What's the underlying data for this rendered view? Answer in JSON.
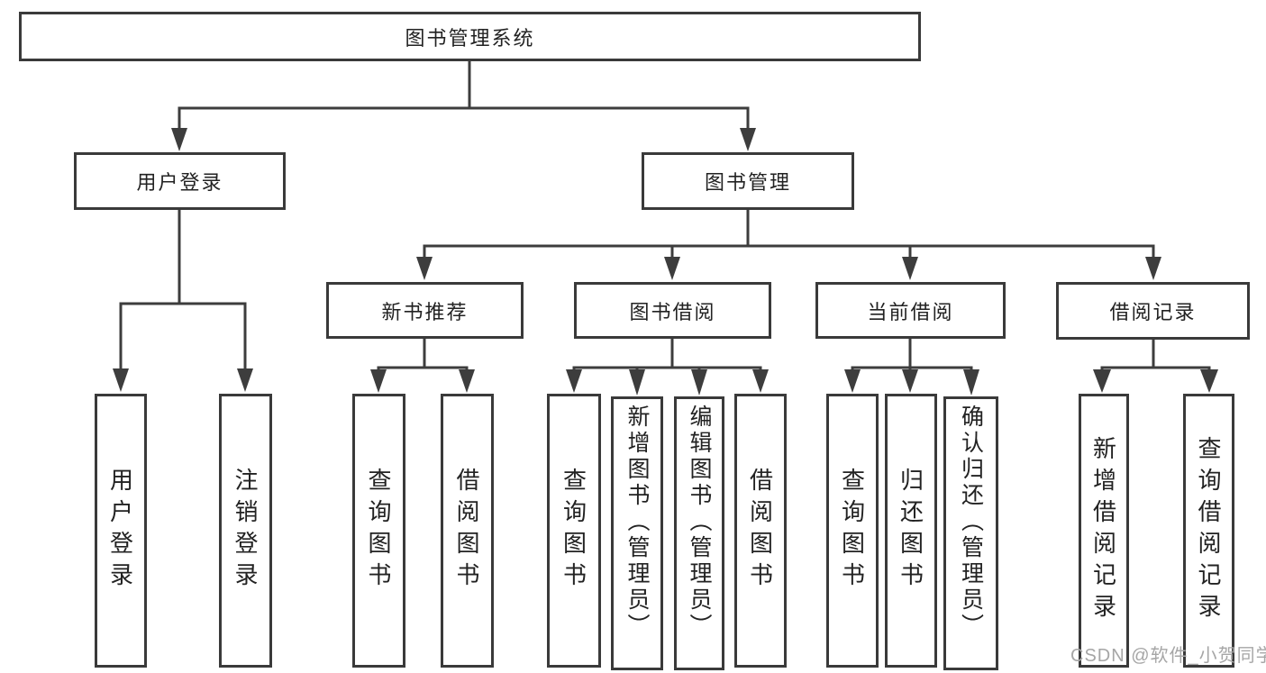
{
  "nodes": {
    "root": "图书管理系统",
    "level1": [
      "用户登录",
      "图书管理"
    ],
    "level2": [
      "新书推荐",
      "图书借阅",
      "当前借阅",
      "借阅记录"
    ],
    "leaves": [
      "用户登录",
      "注销登录",
      "查询图书",
      "借阅图书",
      "查询图书",
      "新增图书（管理员）",
      "编辑图书（管理员）",
      "借阅图书",
      "查询图书",
      "归还图书",
      "确认归还（管理员）",
      "新增借阅记录",
      "查询借阅记录"
    ]
  },
  "watermark": "CSDN @软件_小贺同学",
  "colors": {
    "line": "#3d3d3d",
    "box_border": "#3a3a3a",
    "box_bg": "#ffffff",
    "text": "#222222",
    "watermark": "#a6a6a6",
    "background": "#ffffff"
  }
}
